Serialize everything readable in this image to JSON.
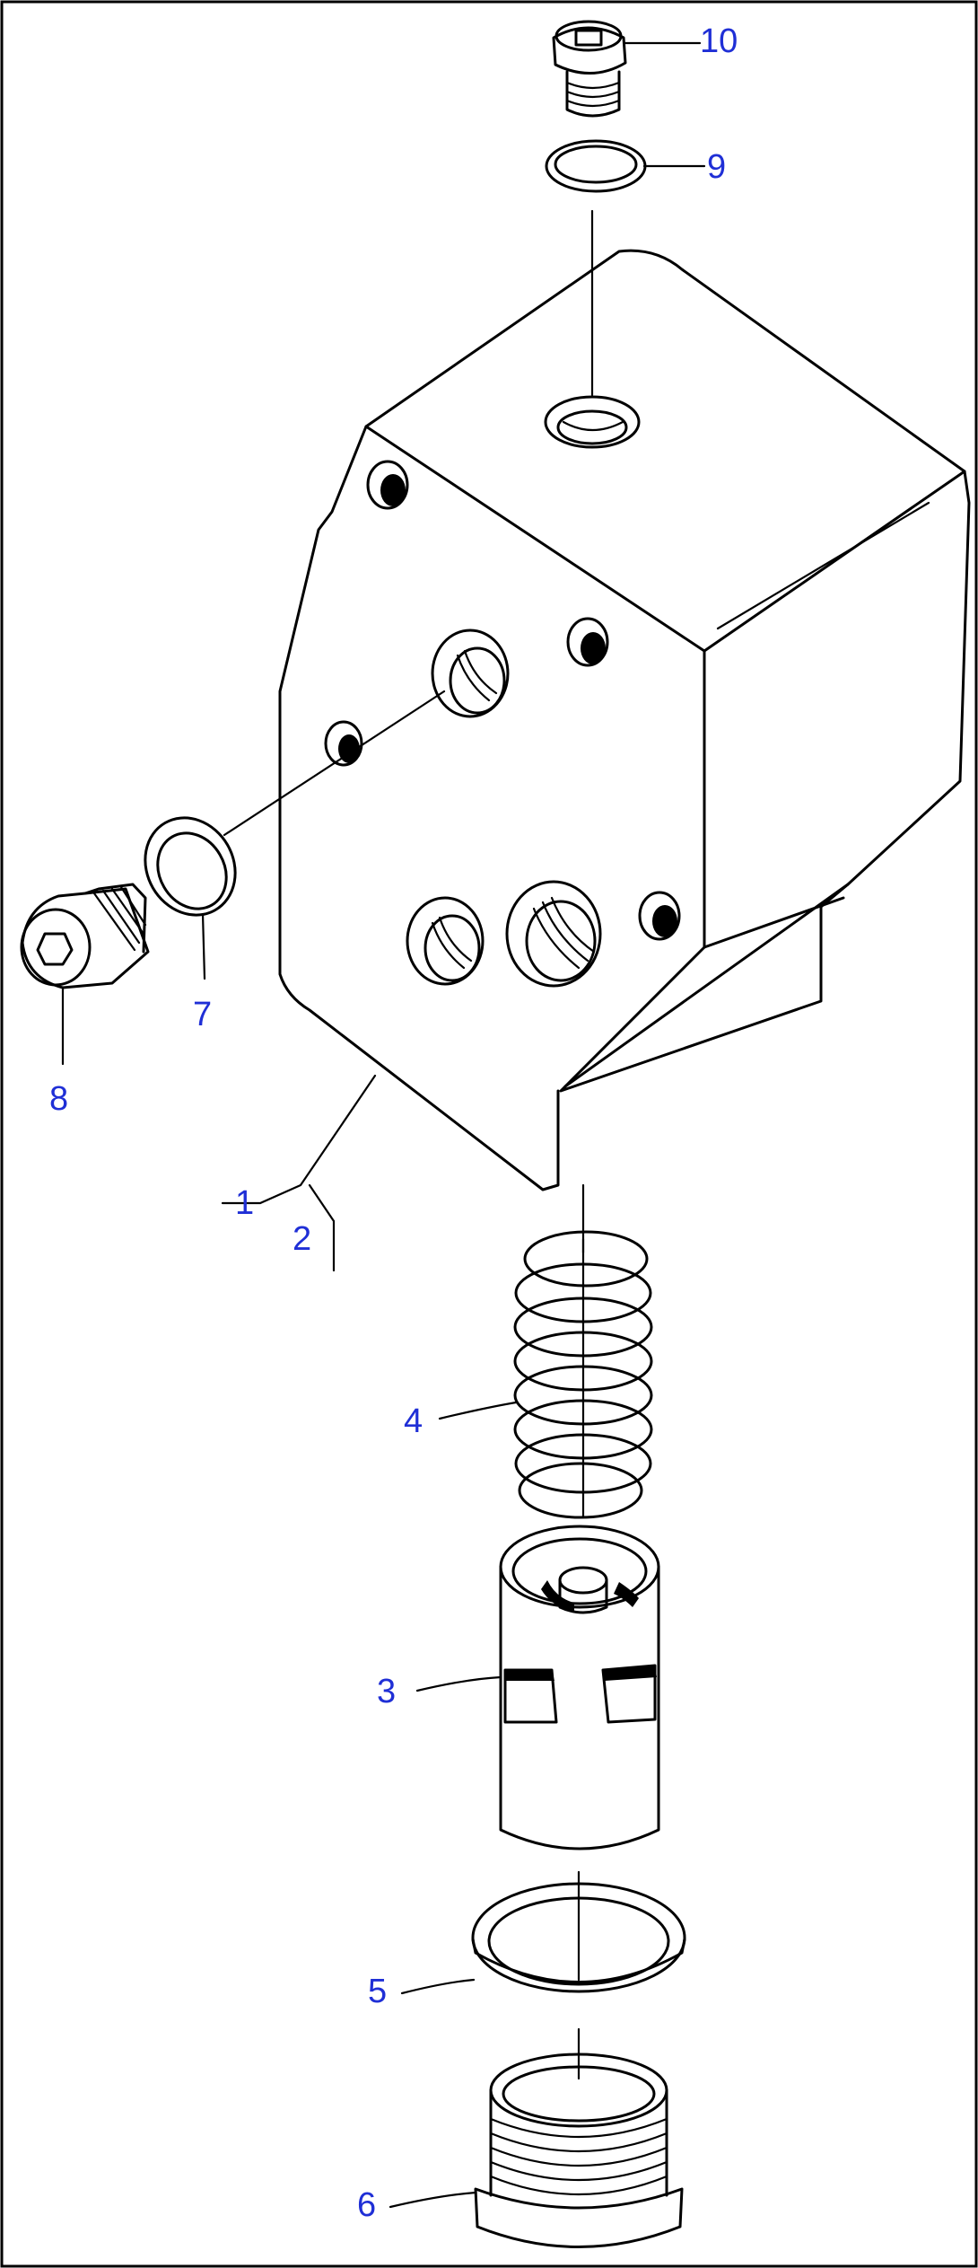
{
  "diagram": {
    "part_labels": [
      {
        "id": "1",
        "text": "1"
      },
      {
        "id": "2",
        "text": "2"
      },
      {
        "id": "3",
        "text": "3"
      },
      {
        "id": "4",
        "text": "4"
      },
      {
        "id": "5",
        "text": "5"
      },
      {
        "id": "6",
        "text": "6"
      },
      {
        "id": "7",
        "text": "7"
      },
      {
        "id": "8",
        "text": "8"
      },
      {
        "id": "9",
        "text": "9"
      },
      {
        "id": "10",
        "text": "10"
      }
    ],
    "label_color": "#1f2fd6",
    "line_color": "#000000"
  }
}
